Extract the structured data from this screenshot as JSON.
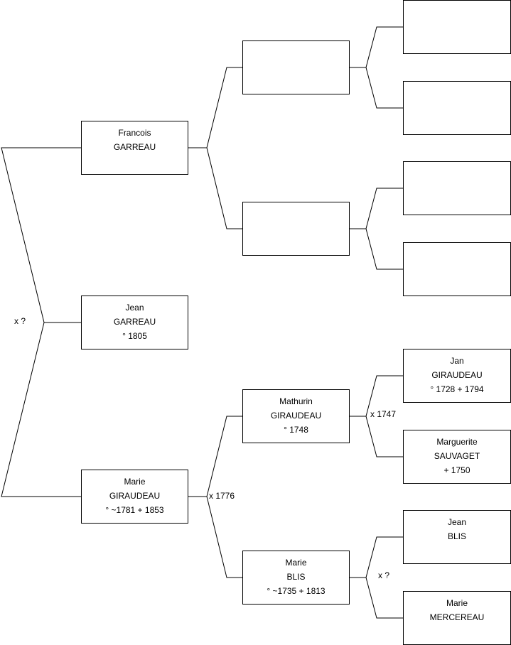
{
  "persons": {
    "root": {
      "lines": [
        "Jean",
        "GARREAU",
        "° 1805"
      ]
    },
    "father": {
      "lines": [
        "Francois",
        "GARREAU"
      ]
    },
    "mother": {
      "lines": [
        "Marie",
        "GIRAUDEAU",
        "° ~1781 + 1853"
      ]
    },
    "pgf": {
      "lines": []
    },
    "pgm": {
      "lines": []
    },
    "mgf": {
      "lines": [
        "Mathurin",
        "GIRAUDEAU",
        "° 1748"
      ]
    },
    "mgm": {
      "lines": [
        "Marie",
        "BLIS",
        "° ~1735 + 1813"
      ]
    },
    "ggp1": {
      "lines": []
    },
    "ggp2": {
      "lines": []
    },
    "ggp3": {
      "lines": []
    },
    "ggp4": {
      "lines": []
    },
    "ggp5": {
      "lines": [
        "Jan",
        "GIRAUDEAU",
        "° 1728 + 1794"
      ]
    },
    "ggp6": {
      "lines": [
        "Marguerite",
        "SAUVAGET",
        "+ 1750"
      ]
    },
    "ggp7": {
      "lines": [
        "Jean",
        "BLIS"
      ]
    },
    "ggp8": {
      "lines": [
        "Marie",
        "MERCEREAU"
      ]
    }
  },
  "marriages": {
    "parents": "x ?",
    "maternal": "x 1776",
    "mgf_parents": "x 1747",
    "mgm_parents": "x ?"
  }
}
